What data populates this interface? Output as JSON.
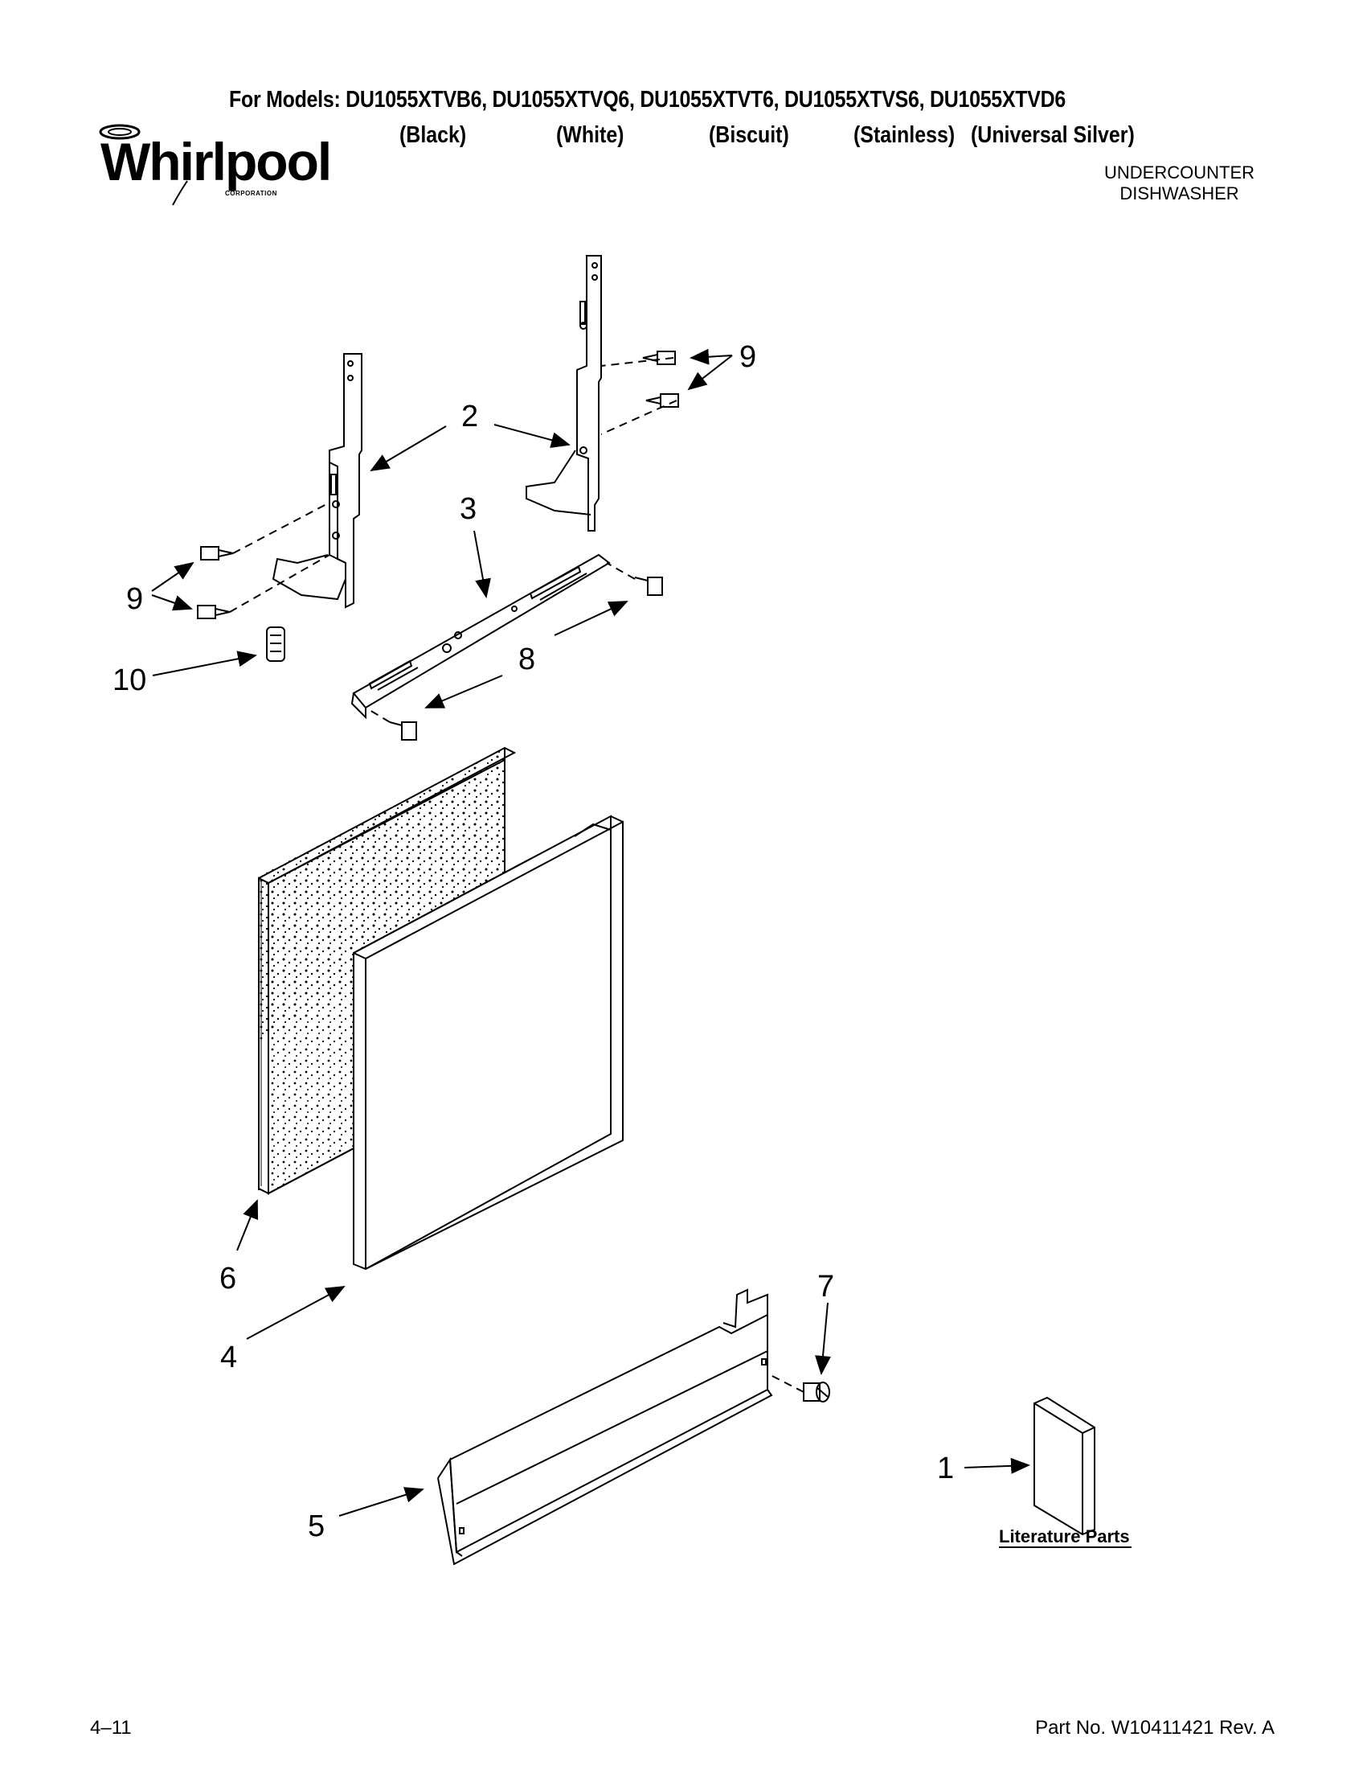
{
  "header": {
    "models_line": "For Models: DU1055XTVB6, DU1055XTVQ6, DU1055XTVT6, DU1055XTVS6, DU1055XTVD6",
    "colors": [
      "(Black)",
      "(White)",
      "(Biscuit)",
      "(Stainless)",
      "(Universal Silver)"
    ],
    "brand": "Whirlpool",
    "brand_sub": "CORPORATION",
    "product_line1": "UNDERCOUNTER",
    "product_line2": "DISHWASHER"
  },
  "callouts": {
    "c1": "1",
    "c2": "2",
    "c3": "3",
    "c4": "4",
    "c5": "5",
    "c6": "6",
    "c7": "7",
    "c8": "8",
    "c9a": "9",
    "c9b": "9",
    "c10": "10"
  },
  "literature_label": "Literature Parts",
  "footer": {
    "left": "4–11",
    "right": "Part No. W10411421 Rev. A"
  },
  "icons": [
    "whirlpool-logo-icon"
  ]
}
